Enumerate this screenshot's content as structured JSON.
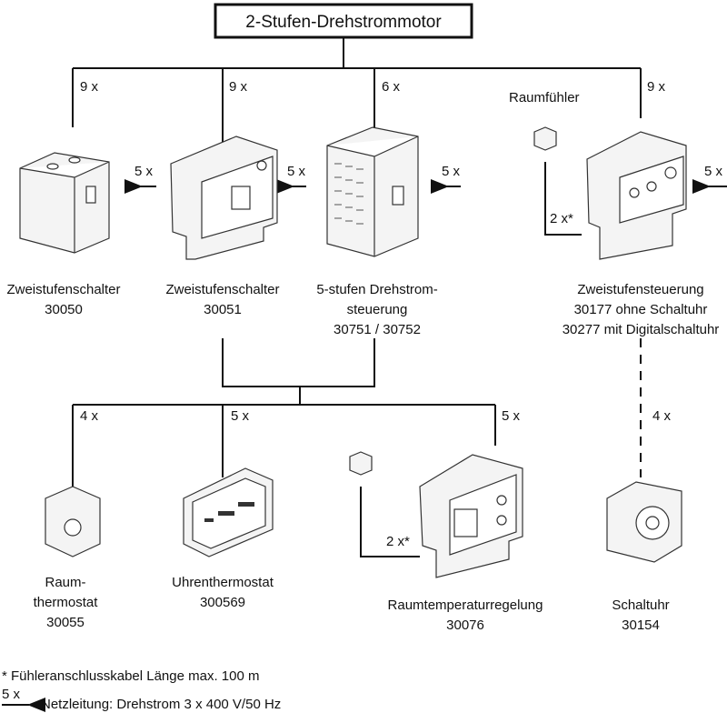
{
  "title": "2-Stufen-Drehstrommotor",
  "top_branches": [
    {
      "count": "9 x",
      "feed": "5 x",
      "name": "Zweistufenschalter",
      "lines": [
        "30050"
      ]
    },
    {
      "count": "9 x",
      "feed": "5 x",
      "name": "Zweistufenschalter",
      "lines": [
        "30051"
      ]
    },
    {
      "count": "6 x",
      "feed": "5 x",
      "name": "5-stufen Drehstrom-",
      "lines": [
        "steuerung",
        "30751 / 30752"
      ]
    },
    {
      "count": "9 x",
      "feed": "5 x",
      "name": "Zweistufensteuerung",
      "lines": [
        "30177 ohne Schaltuhr",
        "30277 mit Digitalschaltuhr"
      ]
    }
  ],
  "sensor": {
    "label": "Raumfühler",
    "cable_top": "2 x*",
    "cable_bottom": "2 x*"
  },
  "bottom_branches": [
    {
      "count": "4 x",
      "name": "Raum-",
      "lines": [
        "thermostat",
        "30055"
      ]
    },
    {
      "count": "5 x",
      "name": "Uhrenthermostat",
      "lines": [
        "300569"
      ]
    },
    {
      "count": "5 x",
      "name": "Raumtemperaturregelung",
      "lines": [
        "30076"
      ]
    },
    {
      "count": "4 x",
      "name": "Schaltuhr",
      "lines": [
        "30154"
      ]
    }
  ],
  "legend": {
    "footnote": "* Fühleranschlusskabel Länge max. 100 m",
    "arrow_label": "5 x",
    "arrow_text": "Netzleitung: Drehstrom 3 x 400 V/50 Hz"
  }
}
